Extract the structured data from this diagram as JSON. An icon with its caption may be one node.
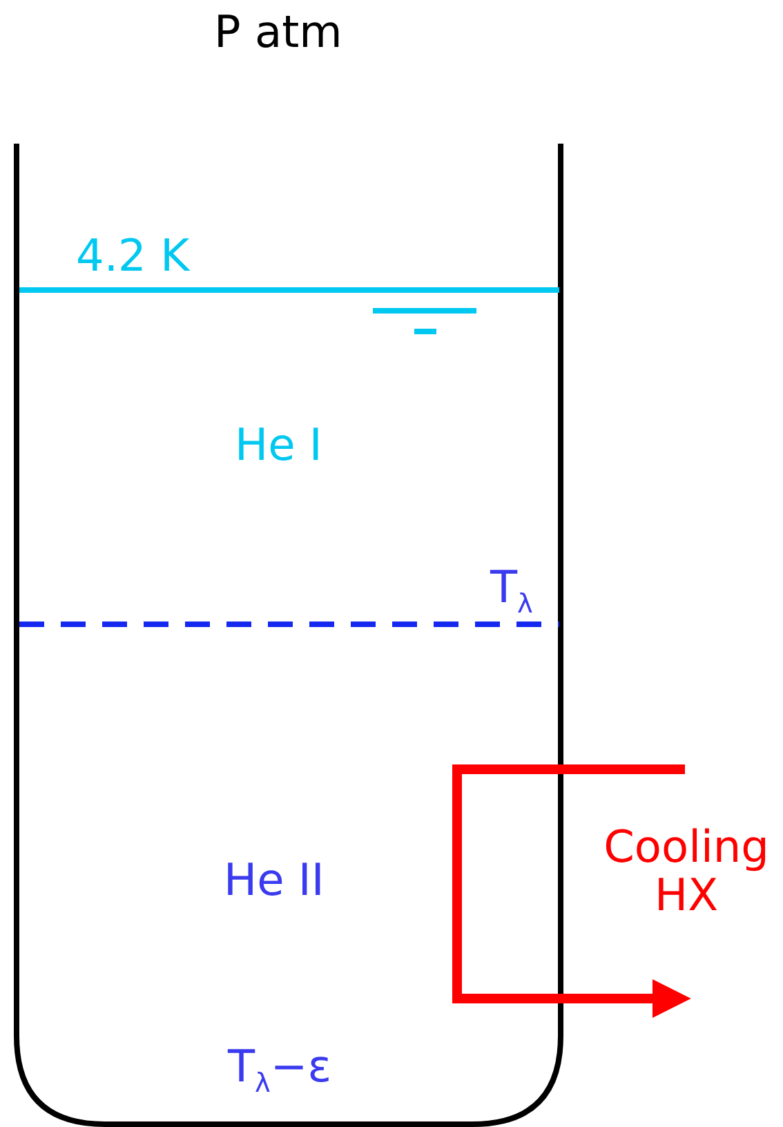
{
  "diagram": {
    "labels": [
      "P atm",
      "4.2 K",
      "He I",
      "T$_{λ}$",
      "He II",
      "Cooling HX",
      "T$_{λ}$−ε"
    ]
  }
}
